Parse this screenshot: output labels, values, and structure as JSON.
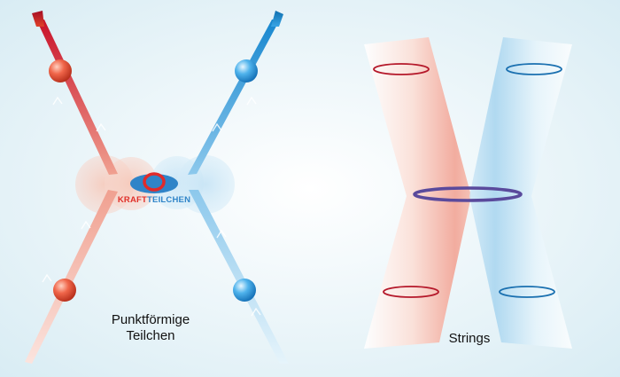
{
  "captions": {
    "point_particles": [
      "Punktförmige",
      "Teilchen"
    ],
    "strings": "Strings"
  },
  "force_particle": {
    "label_red": "KRAFT",
    "label_blue": "TEILCHEN"
  },
  "colors": {
    "background": "#eaf4f8",
    "red": "#e0412a",
    "blue": "#1e8fd6",
    "loop_red": "#b5182a",
    "loop_blue": "#1a70b0",
    "loop_center": "#5a4a9c"
  }
}
